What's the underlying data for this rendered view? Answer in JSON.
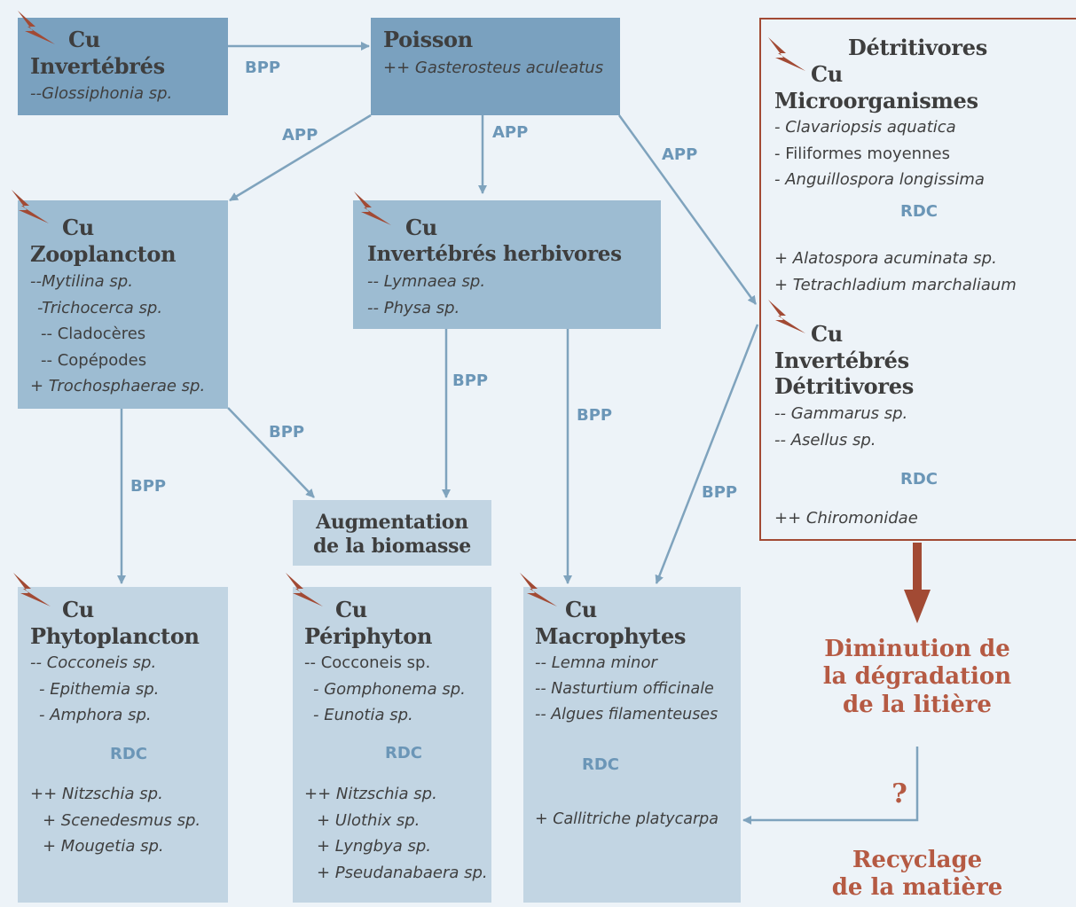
{
  "boxes": {
    "invertebres": {
      "cu": "Cu",
      "title": "Invertébrés",
      "lines": [
        "--Glossiphonia sp."
      ]
    },
    "poisson": {
      "title": "Poisson",
      "lines": [
        "++ Gasterosteus aculeatus"
      ]
    },
    "zooplancton": {
      "cu": "Cu",
      "title": "Zooplancton",
      "lines": [
        "--Mytilina sp.",
        "-Trichocerca sp.",
        "-- Cladocères",
        "-- Copépodes",
        "+ Trochosphaerae sp."
      ]
    },
    "herbivores": {
      "cu": "Cu",
      "title": "Invertébrés herbivores",
      "lines": [
        "-- Lymnaea sp.",
        "-- Physa sp."
      ]
    },
    "biomasse": {
      "title1": "Augmentation",
      "title2": "de la biomasse"
    },
    "phytoplancton": {
      "cu": "Cu",
      "title": "Phytoplancton",
      "before": [
        "-- Cocconeis sp.",
        "- Epithemia sp.",
        "- Amphora sp."
      ],
      "rdc": "RDC",
      "after": [
        "++ Nitzschia sp.",
        "+ Scenedesmus sp.",
        "+ Mougetia sp."
      ]
    },
    "periphyton": {
      "cu": "Cu",
      "title": "Périphyton",
      "before": [
        "-- Cocconeis sp.",
        "- Gomphonema sp.",
        "- Eunotia sp."
      ],
      "rdc": "RDC",
      "after": [
        "++ Nitzschia sp.",
        "+ Ulothix sp.",
        "+ Lyngbya sp.",
        "+ Pseudanabaera sp."
      ]
    },
    "macrophytes": {
      "cu": "Cu",
      "title": "Macrophytes",
      "before": [
        "-- Lemna minor",
        "-- Nasturtium officinale",
        "-- Algues filamenteuses"
      ],
      "rdc": "RDC",
      "after": [
        "+ Callitriche platycarpa"
      ]
    },
    "detritivores": {
      "header": "Détritivores",
      "micro": {
        "cu": "Cu",
        "title": "Microorganismes",
        "before": [
          "- Clavariopsis aquatica",
          "- Filiformes moyennes",
          "- Anguillospora longissima"
        ],
        "rdc": "RDC",
        "after": [
          "+ Alatospora acuminata sp.",
          "+ Tetrachladium marchaliaum"
        ]
      },
      "inv": {
        "cu": "Cu",
        "title1": "Invertébrés",
        "title2": "Détritivores",
        "before": [
          "-- Gammarus sp.",
          "-- Asellus sp."
        ],
        "rdc": "RDC",
        "after": [
          "++ Chiromonidae"
        ]
      }
    }
  },
  "links": {
    "bpp": "BPP",
    "app": "APP",
    "question": "?"
  },
  "outcomes": {
    "diminution": [
      "Diminution de",
      "la dégradation",
      "de la litière"
    ],
    "recyclage": [
      "Recyclage",
      "de la matière"
    ]
  },
  "colors": {
    "bolt": "#a24a34",
    "arrow": "#7fa3bd",
    "accent": "#b55a43",
    "label": "#6b96b7",
    "dark_box": "#7aa1bf",
    "mid_box": "#9dbcd2",
    "light_box": "#c2d5e3"
  }
}
